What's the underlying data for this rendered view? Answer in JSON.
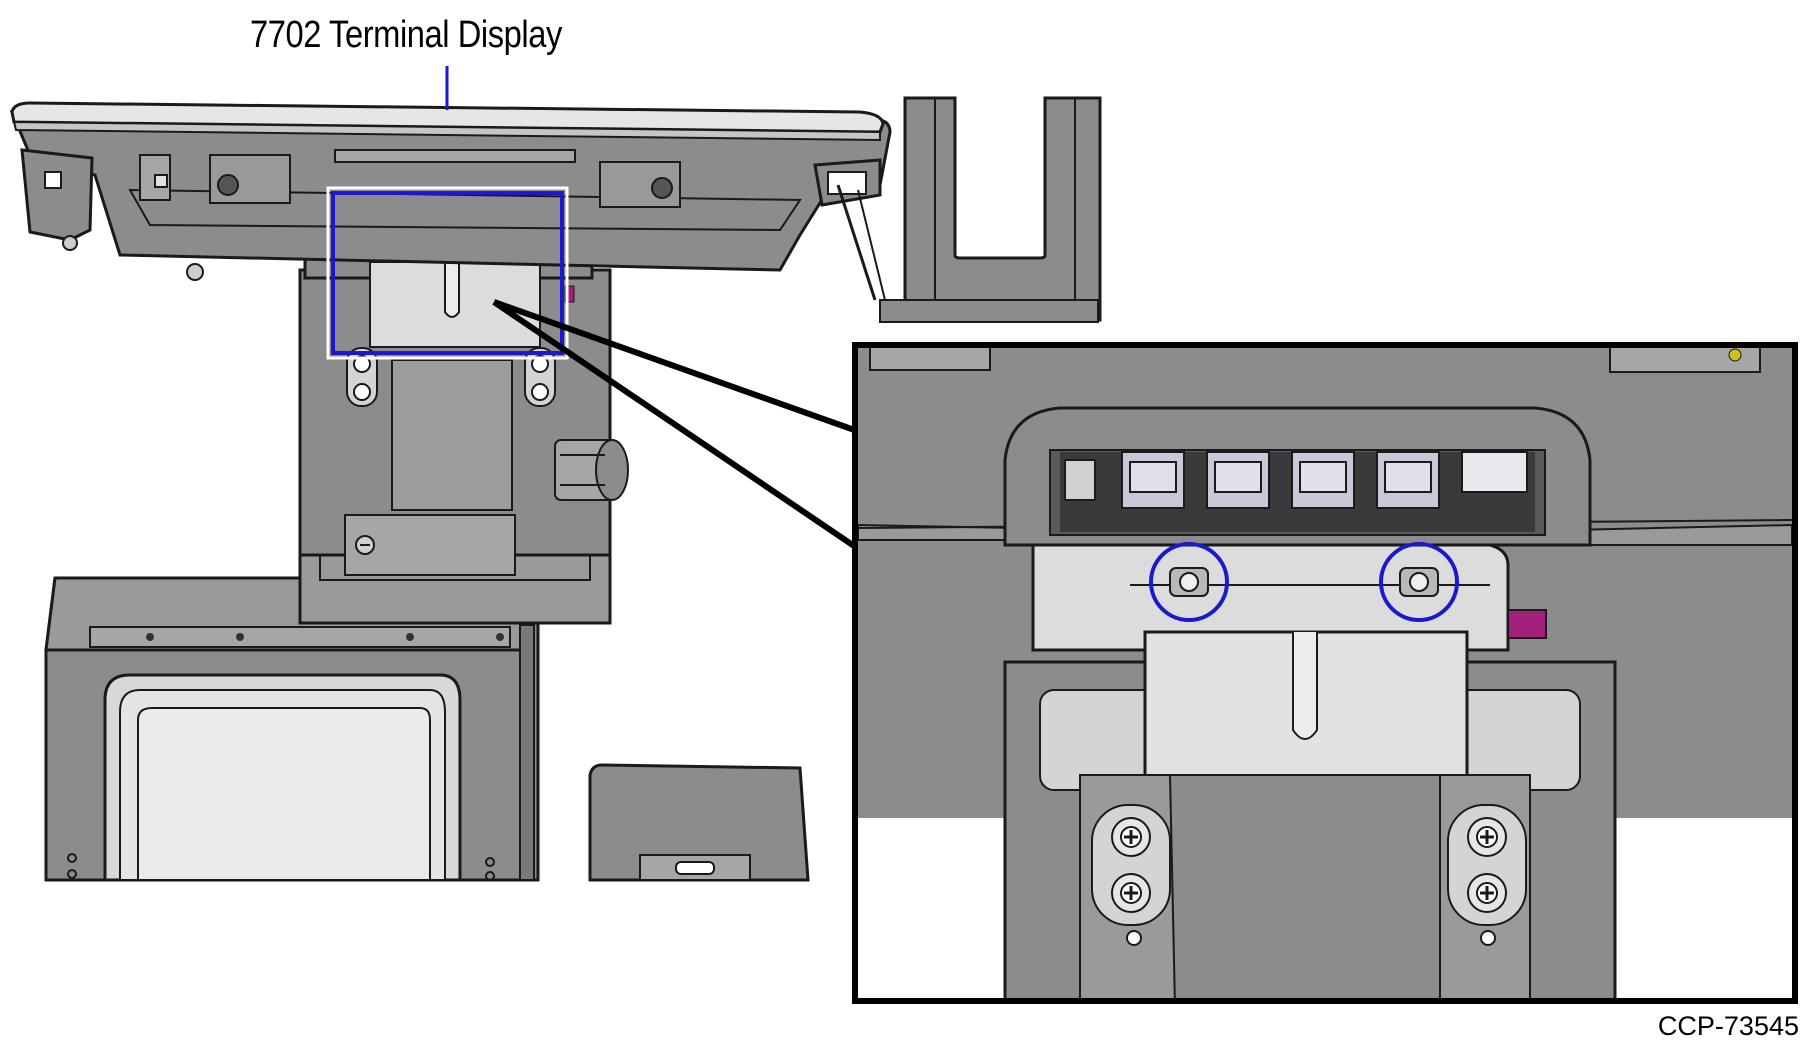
{
  "callouts": {
    "terminal_display_label": "7702 Terminal Display"
  },
  "figure_id": "CCP-73545",
  "colors": {
    "body_gray": "#8c8c8c",
    "light_gray": "#dcdcdc",
    "mid_gray": "#a6a6a6",
    "highlight_blue": "#1a1acc",
    "accent_magenta": "#a0207a",
    "outline": "#1a1a1a"
  },
  "highlights": [
    {
      "name": "bracket-detail-highlight",
      "shape": "rectangle"
    },
    {
      "name": "left-screw-highlight",
      "shape": "circle"
    },
    {
      "name": "right-screw-highlight",
      "shape": "circle"
    }
  ]
}
